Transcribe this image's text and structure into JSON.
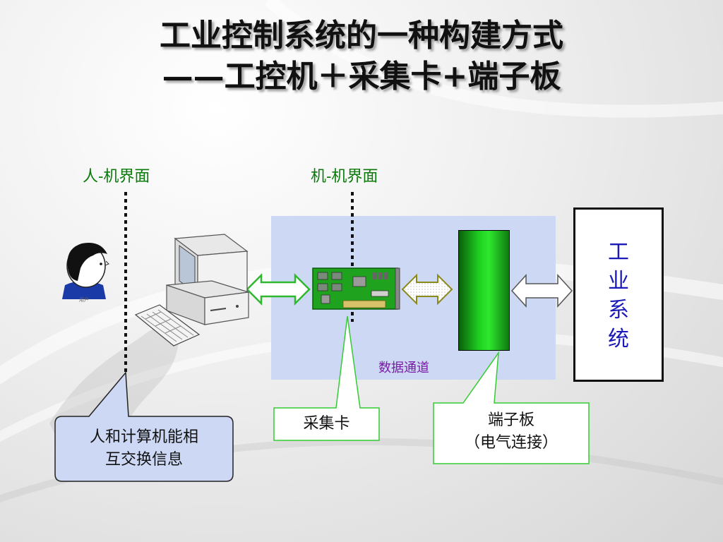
{
  "title": {
    "line1": "工业控制系统的一种构建方式",
    "line2": "——工控机＋采集卡+端子板"
  },
  "interfaces": {
    "human_machine": "人-机界面",
    "machine_machine": "机-机界面"
  },
  "data_channel": {
    "label": "数据通道"
  },
  "industrial_system": {
    "label": "工业系统"
  },
  "user_caption": "用户",
  "callouts": {
    "human_computer": {
      "line1": "人和计算机能相",
      "line2": "互交换信息"
    },
    "acquisition_card": {
      "text": "采集卡"
    },
    "terminal_board": {
      "line1": "端子板",
      "line2": "（电气连接）"
    }
  },
  "colors": {
    "interface_label": "#0a7a0a",
    "channel_panel": "#cdd8f4",
    "channel_label": "#7a1aa8",
    "system_text": "#1a1ab8",
    "terminal_board": "#1fcf1f",
    "arrow_green": "#2fb82f",
    "arrow_olive": "#8a8a1a",
    "callout_blue_fill": "#cdd8f4",
    "callout_green_border": "#33cc33"
  },
  "icons": [
    "user-avatar-icon",
    "computer-icon",
    "keyboard-icon",
    "daq-card-icon"
  ]
}
